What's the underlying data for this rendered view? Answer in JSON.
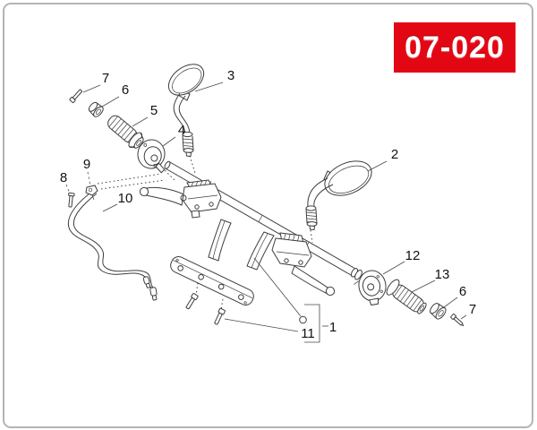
{
  "page": {
    "diagram_code": "07-020"
  },
  "colors": {
    "accent": "#e30613",
    "line": "#3d3d3d",
    "label": "#111111",
    "frame": "#b4b4b4",
    "background": "#ffffff"
  },
  "callouts": [
    {
      "label": "7",
      "part": "left-screw"
    },
    {
      "label": "6",
      "part": "left-end-cap"
    },
    {
      "label": "5",
      "part": "left-grip"
    },
    {
      "label": "4",
      "part": "left-switch"
    },
    {
      "label": "3",
      "part": "left-mirror"
    },
    {
      "label": "2",
      "part": "right-mirror"
    },
    {
      "label": "8",
      "part": "cable-bolt"
    },
    {
      "label": "9",
      "part": "cable-clamp"
    },
    {
      "label": "10",
      "part": "cables"
    },
    {
      "label": "12",
      "part": "right-switch"
    },
    {
      "label": "13",
      "part": "right-grip"
    },
    {
      "label": "6",
      "part": "right-end-cap"
    },
    {
      "label": "7",
      "part": "right-screw"
    },
    {
      "label": "11",
      "part": "clamp-bolts"
    },
    {
      "label": "1",
      "part": "handlebar-assembly"
    }
  ]
}
